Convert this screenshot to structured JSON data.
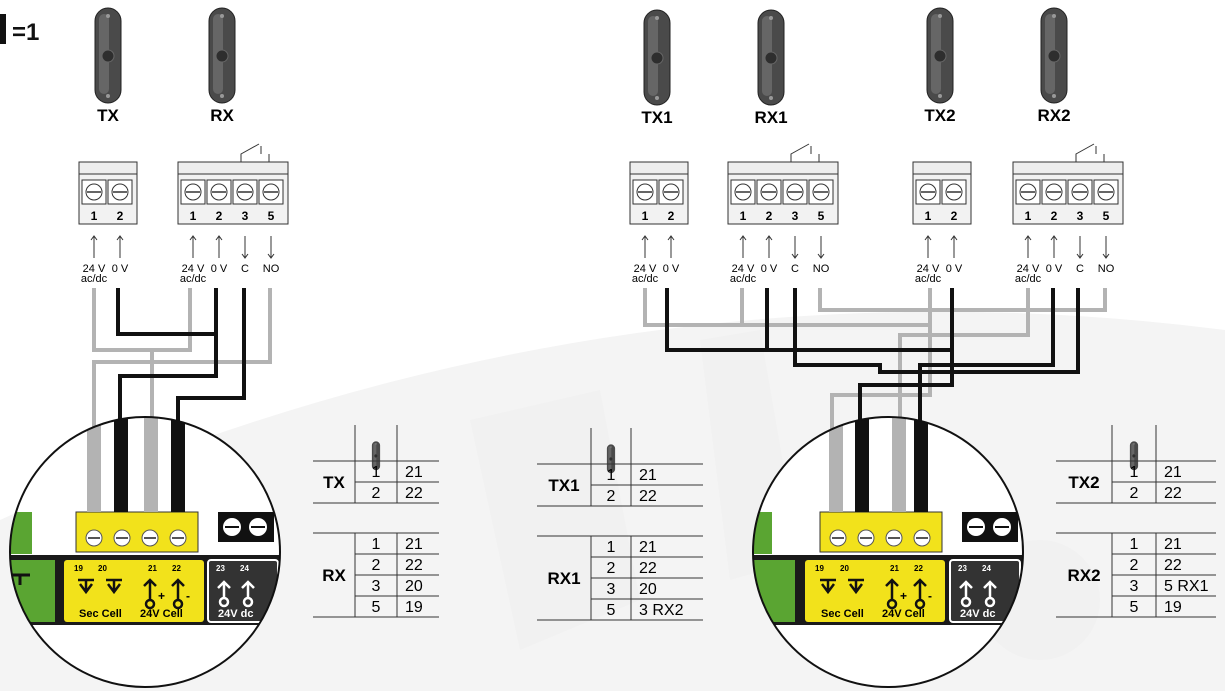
{
  "header": {
    "label": "=1"
  },
  "left": {
    "devices": [
      {
        "label": "TX",
        "terminals": [
          "1",
          "2"
        ],
        "signals": [
          [
            "24 V",
            "ac/dc"
          ],
          [
            "0 V",
            ""
          ]
        ]
      },
      {
        "label": "RX",
        "terminals": [
          "1",
          "2",
          "3",
          "5"
        ],
        "signals": [
          [
            "24 V",
            "ac/dc"
          ],
          [
            "0 V",
            ""
          ],
          [
            "C",
            ""
          ],
          [
            "NO",
            ""
          ]
        ]
      }
    ],
    "board": {
      "labels": [
        "Sec Cell",
        "24V Cell",
        "24V dc"
      ],
      "nums": [
        "19",
        "20",
        "21",
        "22",
        "23",
        "24"
      ],
      "plus": "+",
      "minus": "-"
    }
  },
  "right": {
    "devices": [
      {
        "label": "TX1",
        "terminals": [
          "1",
          "2"
        ],
        "signals": [
          [
            "24 V",
            "ac/dc"
          ],
          [
            "0 V",
            ""
          ]
        ]
      },
      {
        "label": "RX1",
        "terminals": [
          "1",
          "2",
          "3",
          "5"
        ],
        "signals": [
          [
            "24 V",
            "ac/dc"
          ],
          [
            "0 V",
            ""
          ],
          [
            "C",
            ""
          ],
          [
            "NO",
            ""
          ]
        ]
      },
      {
        "label": "TX2",
        "terminals": [
          "1",
          "2"
        ],
        "signals": [
          [
            "24 V",
            "ac/dc"
          ],
          [
            "0 V",
            ""
          ]
        ]
      },
      {
        "label": "RX2",
        "terminals": [
          "1",
          "2",
          "3",
          "5"
        ],
        "signals": [
          [
            "24 V",
            "ac/dc"
          ],
          [
            "0 V",
            ""
          ],
          [
            "C",
            ""
          ],
          [
            "NO",
            ""
          ]
        ]
      }
    ],
    "board": {
      "labels": [
        "Sec Cell",
        "24V Cell",
        "24V dc"
      ],
      "nums": [
        "19",
        "20",
        "21",
        "22",
        "23",
        "24"
      ],
      "plus": "+",
      "minus": "-"
    }
  },
  "tables": [
    {
      "id": "t1",
      "groups": [
        {
          "name": "TX",
          "rows": [
            [
              "1",
              "21"
            ],
            [
              "2",
              "22"
            ]
          ]
        },
        {
          "name": "RX",
          "rows": [
            [
              "1",
              "21"
            ],
            [
              "2",
              "22"
            ],
            [
              "3",
              "20"
            ],
            [
              "5",
              "19"
            ]
          ]
        }
      ]
    },
    {
      "id": "t2",
      "groups": [
        {
          "name": "TX1",
          "rows": [
            [
              "1",
              "21"
            ],
            [
              "2",
              "22"
            ]
          ]
        },
        {
          "name": "RX1",
          "rows": [
            [
              "1",
              "21"
            ],
            [
              "2",
              "22"
            ],
            [
              "3",
              "20"
            ],
            [
              "5",
              "3 RX2"
            ]
          ]
        }
      ]
    },
    {
      "id": "t3",
      "groups": [
        {
          "name": "TX2",
          "rows": [
            [
              "1",
              "21"
            ],
            [
              "2",
              "22"
            ]
          ]
        },
        {
          "name": "RX2",
          "rows": [
            [
              "1",
              "21"
            ],
            [
              "2",
              "22"
            ],
            [
              "3",
              "5 RX1"
            ],
            [
              "5",
              "19"
            ]
          ]
        }
      ]
    }
  ],
  "colors": {
    "yellow": "#f2e21b",
    "green": "#5aa532",
    "gray": "#b3b3b3",
    "black": "#111111",
    "watermark": "#f0f0f0"
  }
}
